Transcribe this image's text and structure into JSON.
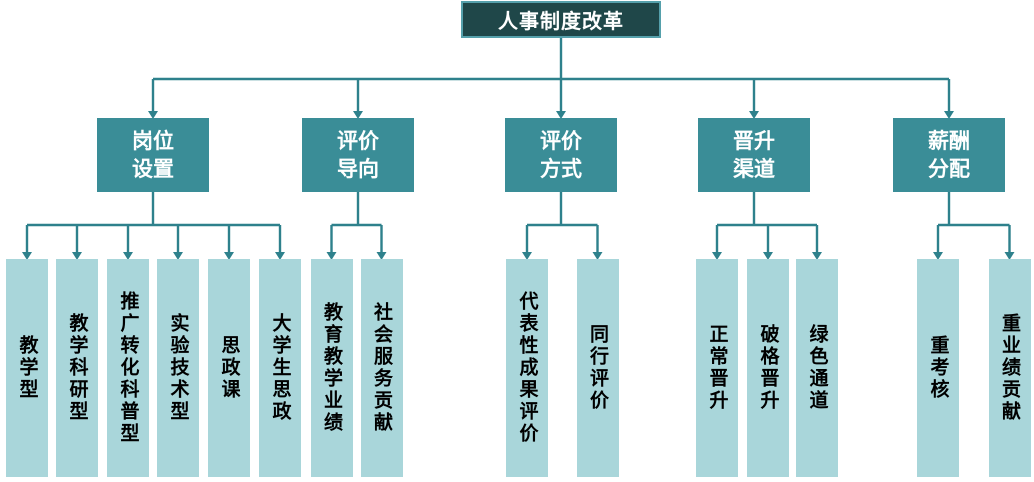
{
  "diagram": {
    "root": {
      "label": "人事制度改革"
    },
    "branches": [
      {
        "label": "岗位设置",
        "children": [
          "教学型",
          "教学科研型",
          "推广转化科普型",
          "实验技术型",
          "思政课",
          "大学生思政"
        ]
      },
      {
        "label": "评价导向",
        "children": [
          "教育教学业绩",
          "社会服务贡献"
        ]
      },
      {
        "label": "评价方式",
        "children": [
          "代表性成果评价",
          "同行评价"
        ]
      },
      {
        "label": "晋升渠道",
        "children": [
          "正常晋升",
          "破格晋升",
          "绿色通道"
        ]
      },
      {
        "label": "薪酬分配",
        "children": [
          "重考核",
          "重业绩贡献"
        ]
      }
    ],
    "colors": {
      "root_fill": "#1f4749",
      "root_border": "#55a0ab",
      "root_text": "#ffffff",
      "branch_fill": "#3a8d97",
      "branch_text": "#ffffff",
      "leaf_fill": "#a9d6da",
      "leaf_text": "#000000",
      "line": "#2e818c"
    }
  }
}
